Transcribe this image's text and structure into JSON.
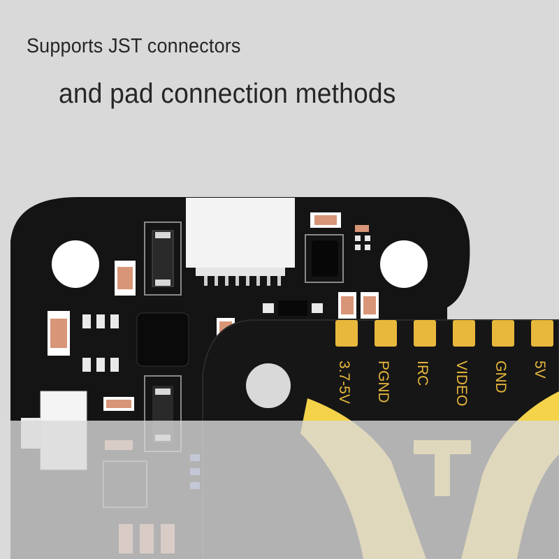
{
  "caption": {
    "line1": "Supports JST connectors",
    "line2": "and pad connection methods"
  },
  "pads": [
    {
      "label": "3.7-5V"
    },
    {
      "label": "PGND"
    },
    {
      "label": "IRC"
    },
    {
      "label": "VIDEO"
    },
    {
      "label": "GND"
    },
    {
      "label": "5V"
    }
  ],
  "colors": {
    "background": "#d9d9d9",
    "board": "#141414",
    "pad_gold": "#e8b83c",
    "silkscreen_yellow": "#f4d34a",
    "connector_white": "#f5f5f5",
    "caption_text": "#262626"
  }
}
